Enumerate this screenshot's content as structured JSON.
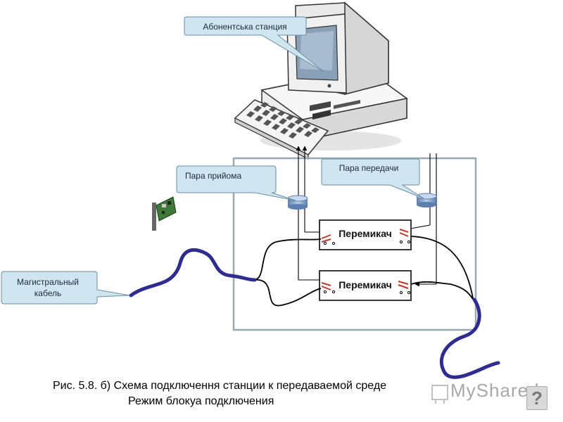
{
  "labels": {
    "station": "Абонентська станция",
    "receive_pair": "Пара прийома",
    "transmit_pair": "Пара передачи",
    "trunk_cable_line1": "Магистральный",
    "trunk_cable_line2": "кабель",
    "switch_top": "Перемикач",
    "switch_bottom": "Перемикач"
  },
  "caption": {
    "line1": "Рис. 5.8. б) Схема подключення станции к передаваемой среде",
    "line2": "Режим блокуа подключения"
  },
  "watermark": {
    "text": "MyShared",
    "icon": "?"
  },
  "colors": {
    "callout_fill": "#cfe6f0",
    "callout_stroke": "#6a8ea0",
    "trunk_cable": "#2e2d8f",
    "enclosure": "#9aa8b0"
  }
}
